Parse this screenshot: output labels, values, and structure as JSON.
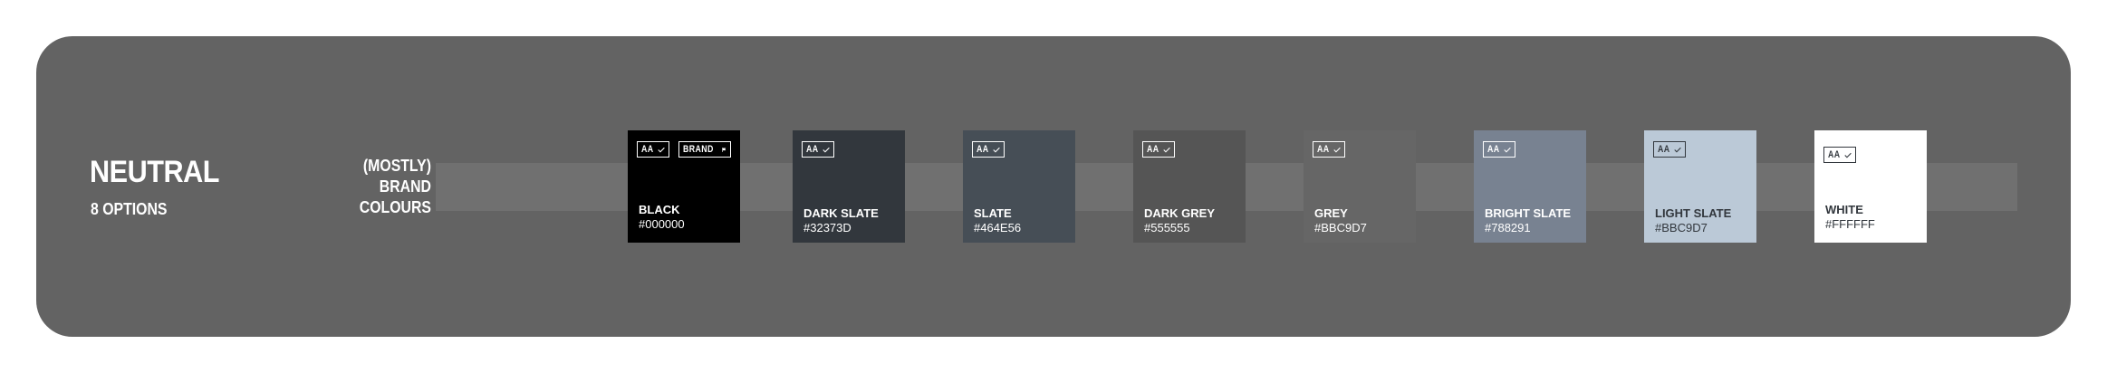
{
  "section": {
    "title": "NEUTRAL",
    "subtitle": "8 OPTIONS",
    "brand_label_lines": [
      "(MOSTLY)",
      "BRAND",
      "COLOURS"
    ]
  },
  "colors": {
    "card_background": "#636363",
    "band": "#707070"
  },
  "badges": {
    "aa_label": "AA",
    "brand_label": "BRAND",
    "aa_icon": "checkmark-icon",
    "brand_icon": "flag-icon"
  },
  "swatches": [
    {
      "name": "BLACK",
      "hex": "#000000",
      "fill": "#000000",
      "text_color": "#ffffff",
      "aa": true,
      "brand": true
    },
    {
      "name": "DARK SLATE",
      "hex": "#32373D",
      "fill": "#32373D",
      "text_color": "#ffffff",
      "aa": true,
      "brand": false
    },
    {
      "name": "SLATE",
      "hex": "#464E56",
      "fill": "#464E56",
      "text_color": "#ffffff",
      "aa": true,
      "brand": false
    },
    {
      "name": "DARK GREY",
      "hex": "#555555",
      "fill": "#555555",
      "text_color": "#ffffff",
      "aa": true,
      "brand": false
    },
    {
      "name": "GREY",
      "hex": "#BBC9D7",
      "fill": "#666666",
      "text_color": "#ffffff",
      "aa": true,
      "brand": false
    },
    {
      "name": "BRIGHT SLATE",
      "hex": "#788291",
      "fill": "#788291",
      "text_color": "#ffffff",
      "aa": true,
      "brand": false
    },
    {
      "name": "LIGHT SLATE",
      "hex": "#BBC9D7",
      "fill": "#BBC9D7",
      "text_color": "#32373D",
      "aa": true,
      "brand": false
    },
    {
      "name": "WHITE",
      "hex": "#FFFFFF",
      "fill": "#FFFFFF",
      "text_color": "#32373D",
      "aa": true,
      "brand": false
    }
  ]
}
